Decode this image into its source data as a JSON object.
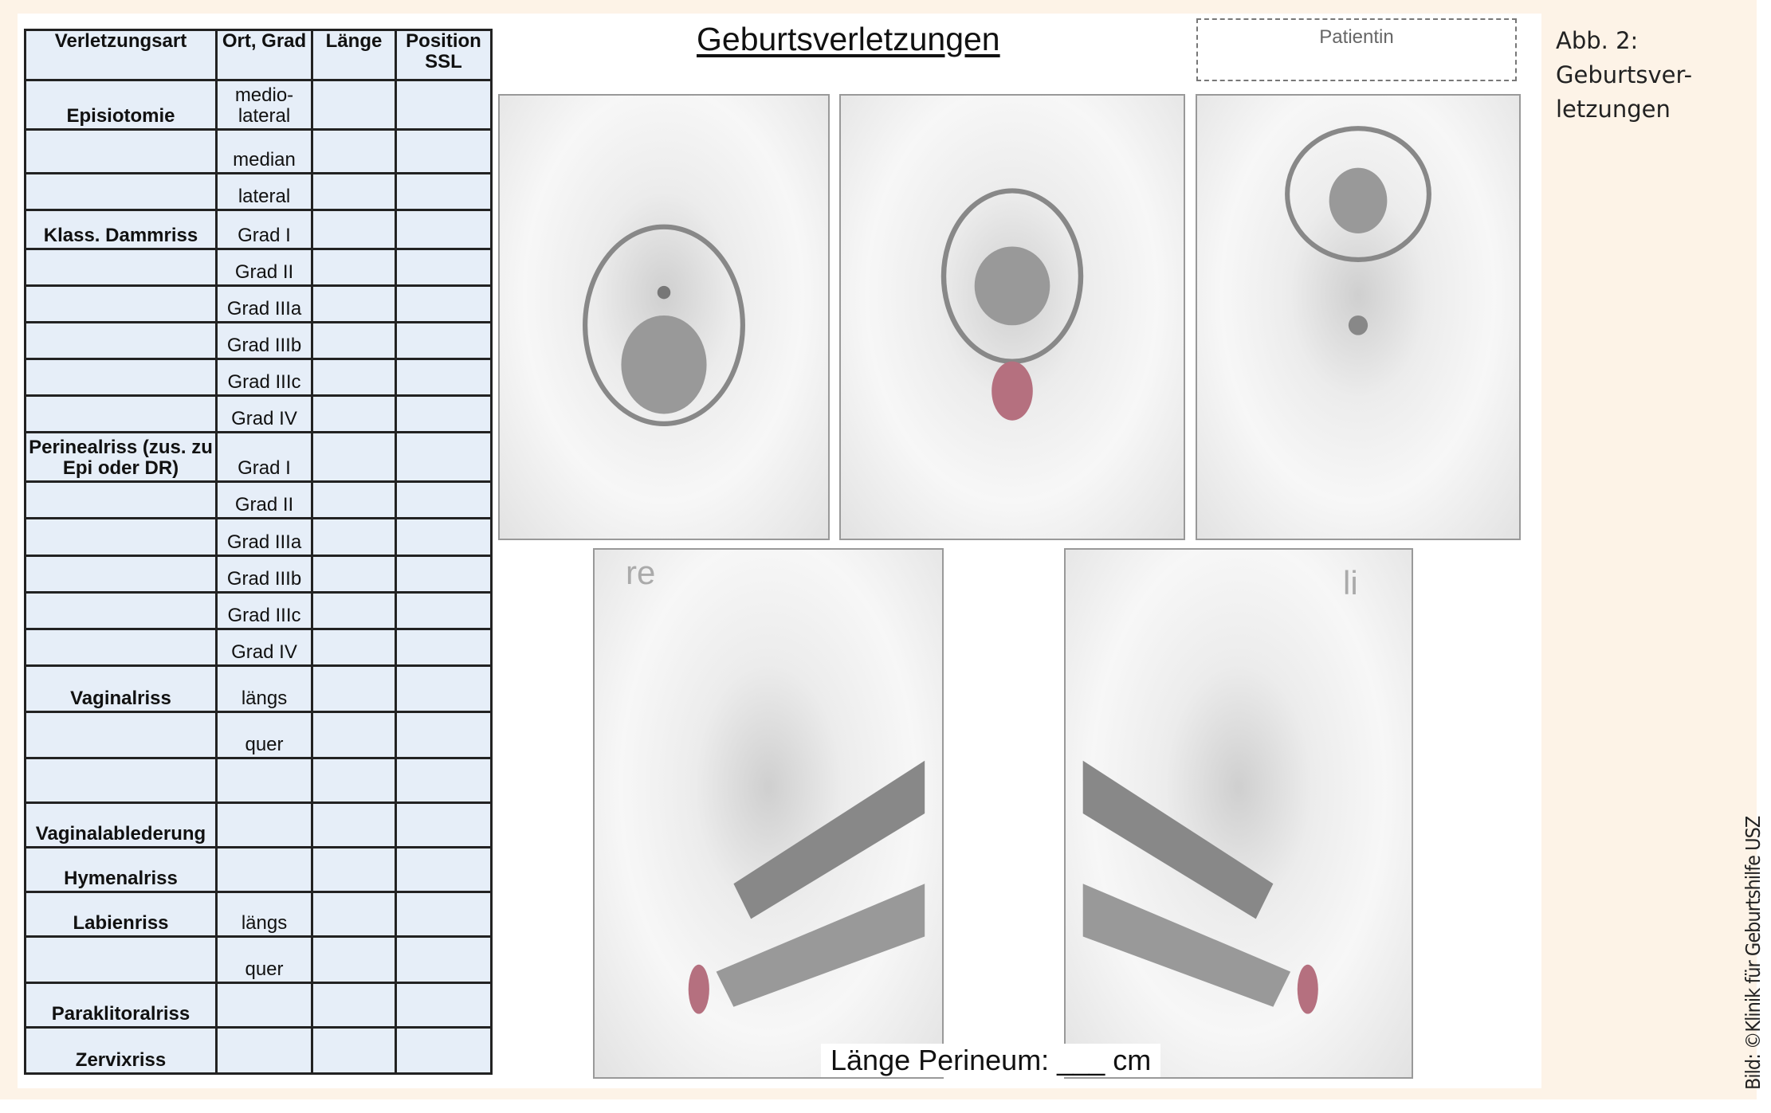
{
  "caption": {
    "line1": "Abb. 2:",
    "line2": "Geburtsver-",
    "line3": "letzungen"
  },
  "credit": "Bild: ©Klinik für Geburtshilfe USZ",
  "form": {
    "title": "Geburtsverletzungen",
    "patient_label": "Patientin",
    "label_right": "re",
    "label_left": "li",
    "perineum_label": "Länge Perineum: ___ cm"
  },
  "table": {
    "headers": [
      "Verletzungsart",
      "Ort, Grad",
      "Länge",
      "Position SSL"
    ],
    "rows": [
      {
        "art": "Episiotomie",
        "grad": "medio-lateral"
      },
      {
        "art": "",
        "grad": "median"
      },
      {
        "art": "",
        "grad": "lateral"
      },
      {
        "art": "Klass. Dammriss",
        "grad": "Grad I"
      },
      {
        "art": "",
        "grad": "Grad II"
      },
      {
        "art": "",
        "grad": "Grad IIIa"
      },
      {
        "art": "",
        "grad": "Grad IIIb"
      },
      {
        "art": "",
        "grad": "Grad IIIc"
      },
      {
        "art": "",
        "grad": "Grad IV"
      },
      {
        "art": "Perinealriss (zus. zu Epi oder DR)",
        "grad": "Grad I"
      },
      {
        "art": "",
        "grad": "Grad II"
      },
      {
        "art": "",
        "grad": "Grad IIIa"
      },
      {
        "art": "",
        "grad": "Grad IIIb"
      },
      {
        "art": "",
        "grad": "Grad IIIc"
      },
      {
        "art": "",
        "grad": "Grad IV"
      },
      {
        "art": "Vaginalriss",
        "grad": "längs"
      },
      {
        "art": "",
        "grad": "quer"
      },
      {
        "art": "",
        "grad": ""
      },
      {
        "art": "Vaginalablederung",
        "grad": ""
      },
      {
        "art": "Hymenalriss",
        "grad": ""
      },
      {
        "art": "Labienriss",
        "grad": "längs"
      },
      {
        "art": "",
        "grad": "quer"
      },
      {
        "art": "Paraklitoralriss",
        "grad": ""
      },
      {
        "art": "Zervixriss",
        "grad": ""
      }
    ]
  },
  "colors": {
    "beige": "#fdf3e7",
    "cell": "#e6eef8",
    "wound": "#b5707f"
  }
}
